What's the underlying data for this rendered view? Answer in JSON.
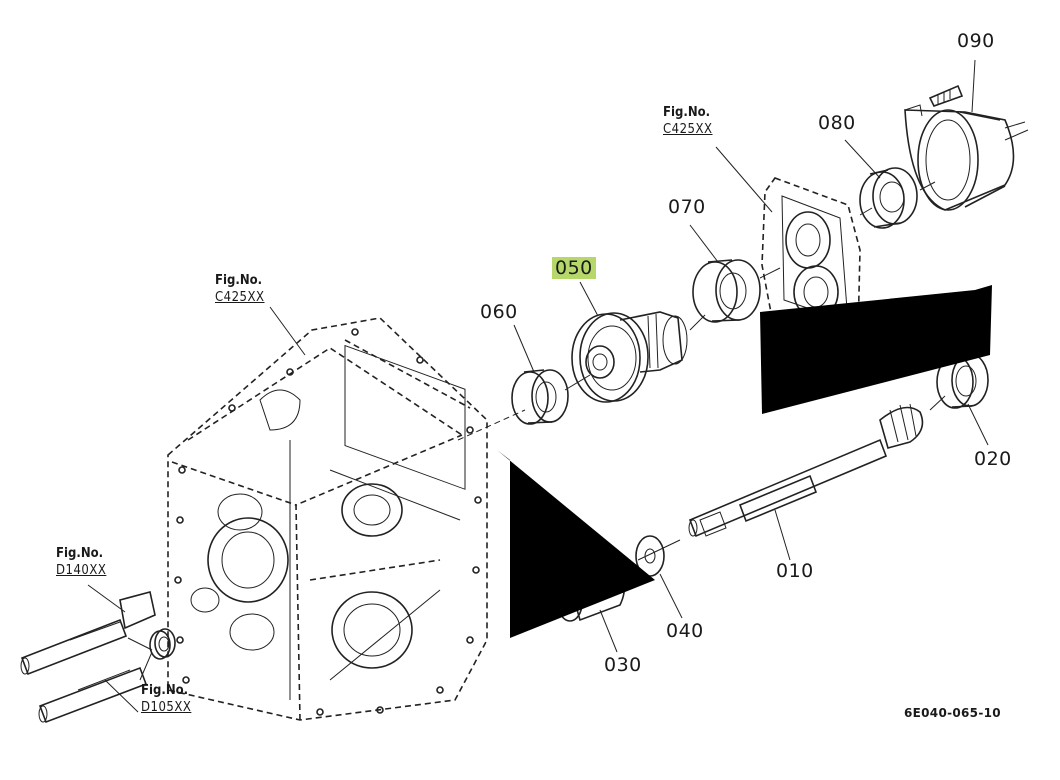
{
  "highlight_color": "#b6d86a",
  "parts": {
    "p010": "010",
    "p020": "020",
    "p030": "030",
    "p040": "040",
    "p050": "050",
    "p060": "060",
    "p070": "070",
    "p080": "080",
    "p090": "090"
  },
  "references": {
    "top_left": {
      "label": "Fig.No.",
      "code": "C425XX"
    },
    "top_right": {
      "label": "Fig.No.",
      "code": "C425XX"
    },
    "lower_left": {
      "label": "Fig.No.",
      "code": "D140XX"
    },
    "bottom": {
      "label": "Fig.No.",
      "code": "D105XX"
    }
  },
  "drawing_code": "6E040-065-10"
}
